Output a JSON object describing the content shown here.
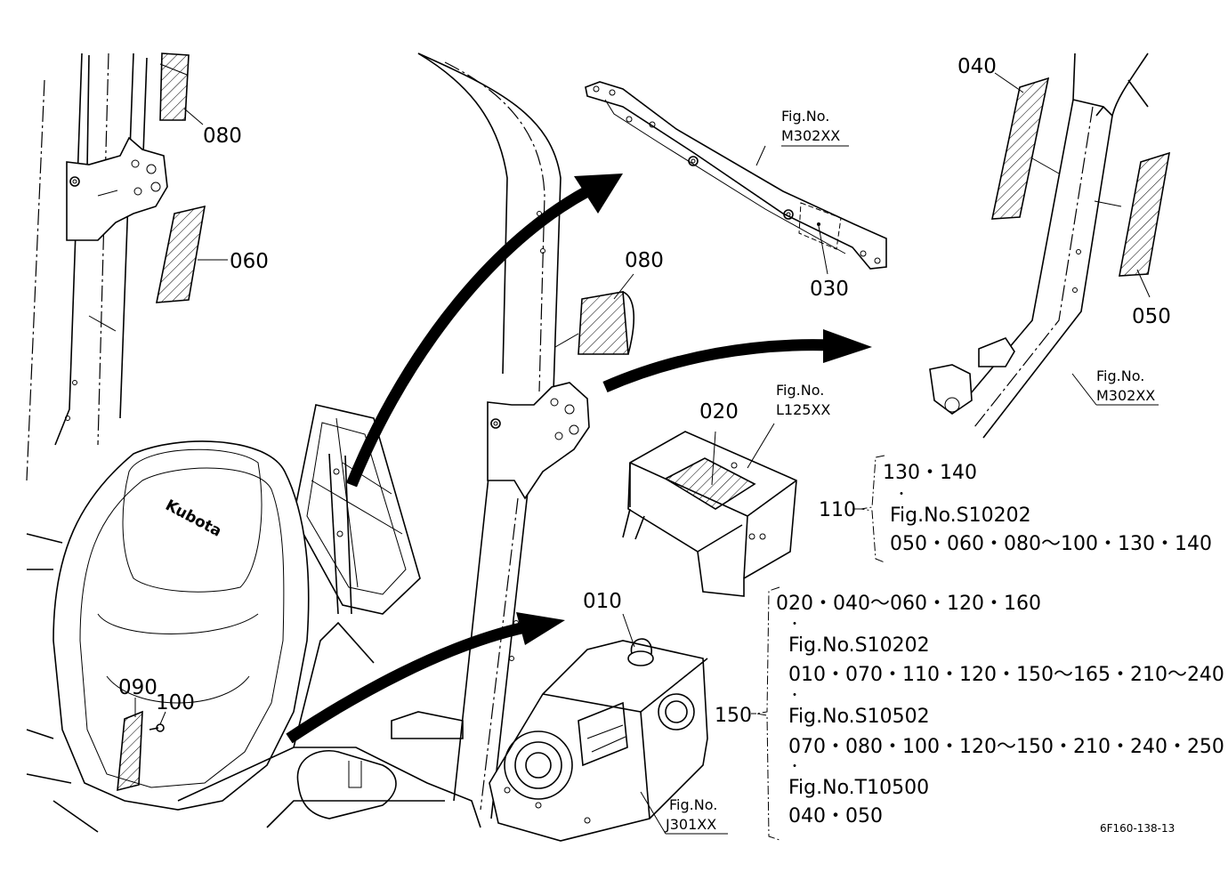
{
  "callouts": {
    "c080_top": "080",
    "c060": "060",
    "c080_mid": "080",
    "c030": "030",
    "c040": "040",
    "c050": "050",
    "c020": "020",
    "c010": "010",
    "c090": "090",
    "c100": "100",
    "c110": "110",
    "c150": "150"
  },
  "fig_refs": {
    "m302_top": {
      "line1": "Fig.No.",
      "line2": "M302XX"
    },
    "m302_right": {
      "line1": "Fig.No.",
      "line2": "M302XX"
    },
    "l125": {
      "line1": "Fig.No.",
      "line2": "L125XX"
    },
    "j301": {
      "line1": "Fig.No.",
      "line2": "J301XX"
    }
  },
  "group_110": [
    "130・140",
    "・",
    "Fig.No.S10202",
    "050・060・080～100・130・140"
  ],
  "group_150": [
    "020・040～060・120・160",
    "・",
    "Fig.No.S10202",
    "010・070・110・120・150～165・210～240",
    "・",
    "Fig.No.S10502",
    "070・080・100・120～150・210・240・250",
    "・",
    "Fig.No.T10500",
    "040・050"
  ],
  "seat_brand": "Kubota",
  "drawing_code": "6F160-138-13"
}
